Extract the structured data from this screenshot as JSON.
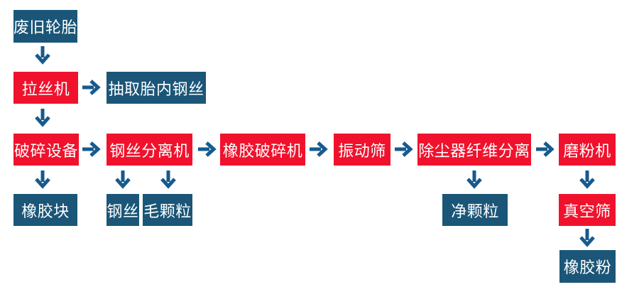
{
  "palette": {
    "node_red": "#f0122d",
    "node_blue": "#1b5678",
    "arrow_blue": "#175a8d",
    "text": "#ffffff",
    "background": "#ffffff"
  },
  "flowchart": {
    "nodes": [
      {
        "id": "waste-tires",
        "label": "废旧轮胎",
        "color": "blue"
      },
      {
        "id": "wire-drawing-machine",
        "label": "拉丝机",
        "color": "red"
      },
      {
        "id": "extract-inner-steel-wire",
        "label": "抽取胎内钢丝",
        "color": "blue"
      },
      {
        "id": "crushing-equipment",
        "label": "破碎设备",
        "color": "red"
      },
      {
        "id": "steel-wire-separator",
        "label": "钢丝分离机",
        "color": "red"
      },
      {
        "id": "rubber-crusher",
        "label": "橡胶破碎机",
        "color": "red"
      },
      {
        "id": "vibrating-screen",
        "label": "振动筛",
        "color": "red"
      },
      {
        "id": "dust-collector-fiber-separation",
        "label": "除尘器纤维分离",
        "color": "red"
      },
      {
        "id": "grinding-machine",
        "label": "磨粉机",
        "color": "red"
      },
      {
        "id": "rubber-blocks",
        "label": "橡胶块",
        "color": "blue"
      },
      {
        "id": "steel-wire",
        "label": "钢丝",
        "color": "blue"
      },
      {
        "id": "fuzzy-granules",
        "label": "毛颗粒",
        "color": "blue"
      },
      {
        "id": "clean-granules",
        "label": "净颗粒",
        "color": "blue"
      },
      {
        "id": "vacuum-screen",
        "label": "真空筛",
        "color": "red"
      },
      {
        "id": "rubber-powder",
        "label": "橡胶粉",
        "color": "blue"
      }
    ],
    "edges": [
      {
        "from": "waste-tires",
        "to": "wire-drawing-machine",
        "direction": "down"
      },
      {
        "from": "wire-drawing-machine",
        "to": "extract-inner-steel-wire",
        "direction": "right"
      },
      {
        "from": "wire-drawing-machine",
        "to": "crushing-equipment",
        "direction": "down"
      },
      {
        "from": "crushing-equipment",
        "to": "steel-wire-separator",
        "direction": "right"
      },
      {
        "from": "steel-wire-separator",
        "to": "rubber-crusher",
        "direction": "right"
      },
      {
        "from": "rubber-crusher",
        "to": "vibrating-screen",
        "direction": "right"
      },
      {
        "from": "vibrating-screen",
        "to": "dust-collector-fiber-separation",
        "direction": "right"
      },
      {
        "from": "dust-collector-fiber-separation",
        "to": "grinding-machine",
        "direction": "right"
      },
      {
        "from": "crushing-equipment",
        "to": "rubber-blocks",
        "direction": "down"
      },
      {
        "from": "steel-wire-separator",
        "to": "steel-wire",
        "direction": "down"
      },
      {
        "from": "steel-wire-separator",
        "to": "fuzzy-granules",
        "direction": "down"
      },
      {
        "from": "dust-collector-fiber-separation",
        "to": "clean-granules",
        "direction": "down"
      },
      {
        "from": "grinding-machine",
        "to": "vacuum-screen",
        "direction": "down"
      },
      {
        "from": "vacuum-screen",
        "to": "rubber-powder",
        "direction": "down"
      }
    ]
  }
}
